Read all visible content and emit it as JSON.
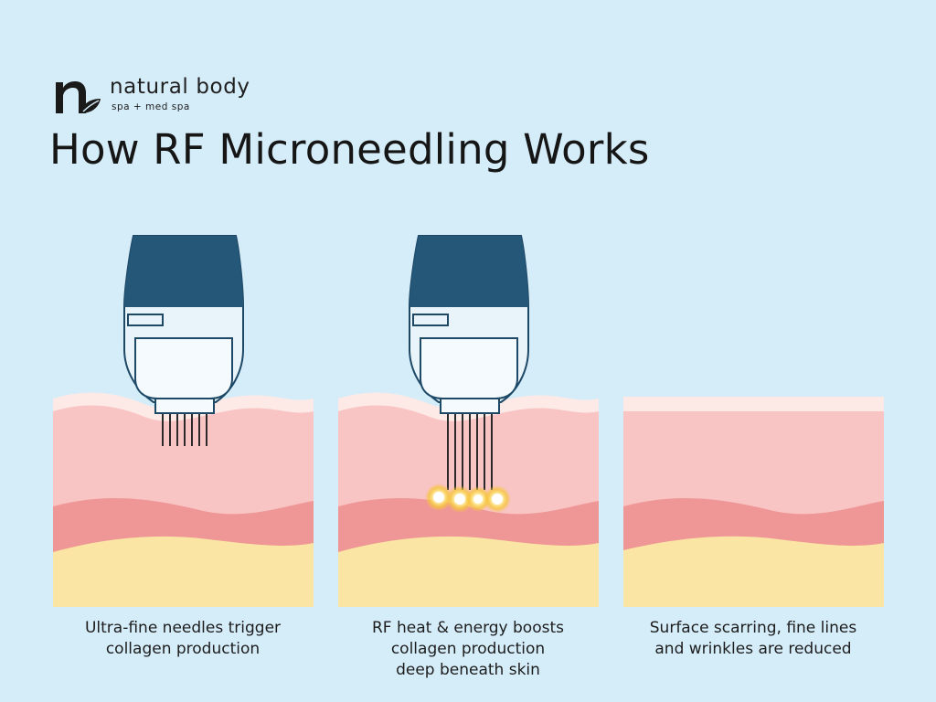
{
  "brand": {
    "name": "natural body",
    "subtitle": "spa + med spa"
  },
  "title": "How RF Microneedling Works",
  "colors": {
    "background": "#d5ecf9",
    "device_dark": "#245778",
    "device_light": "#e9f4fa",
    "device_outline": "#1d4866",
    "skin_surface": "#fdeae6",
    "skin_epidermis": "#f8c4c4",
    "skin_dermis": "#ef9796",
    "skin_fat": "#fbe5a4",
    "rf_glow": "#fff3b0"
  },
  "steps": [
    {
      "caption_lines": [
        "Ultra-fine needles trigger",
        "collagen production"
      ]
    },
    {
      "caption_lines": [
        "RF heat & energy boosts",
        "collagen production",
        "deep beneath skin"
      ]
    },
    {
      "caption_lines": [
        "Surface scarring, fine lines",
        "and wrinkles are reduced"
      ]
    }
  ]
}
